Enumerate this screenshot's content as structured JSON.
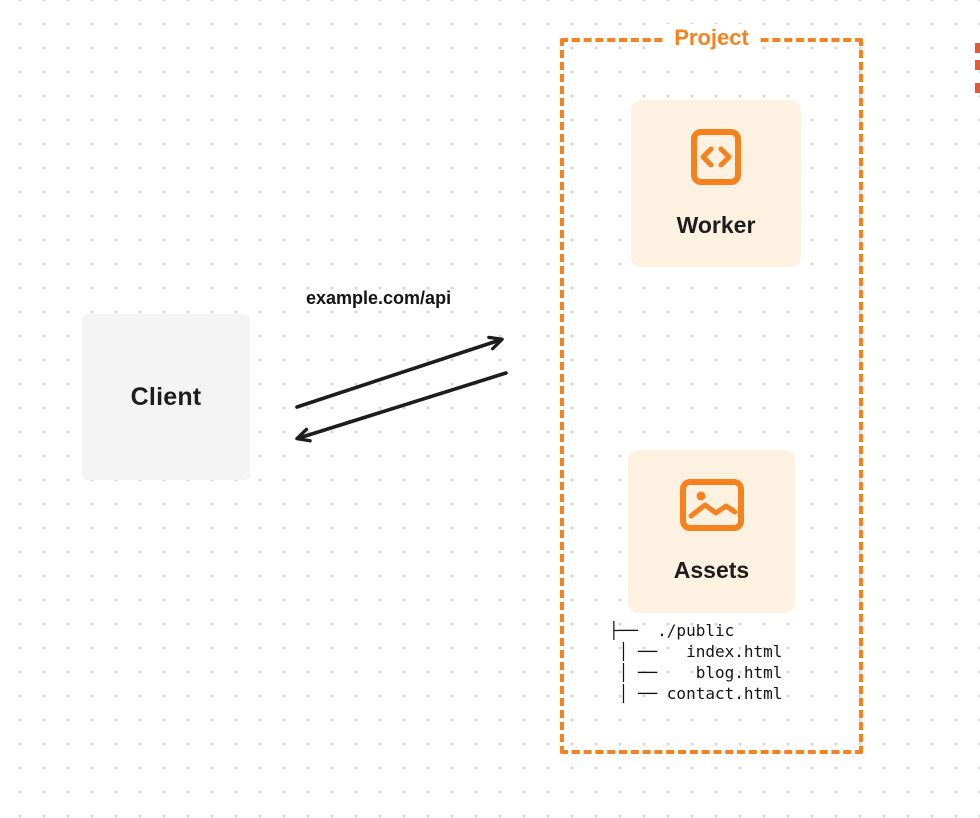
{
  "colors": {
    "accent_orange": "#F6821F",
    "card_background": "#FDF1E2",
    "client_background": "#F4F4F5",
    "arrow_black": "#1D1D1D",
    "dot_grid": "#D9D9D9",
    "edge_mark_red": "#E4593A"
  },
  "diagram": {
    "client": {
      "label": "Client"
    },
    "request_label": "example.com/api",
    "project": {
      "label": "Project"
    },
    "worker": {
      "label": "Worker",
      "icon": "code-icon"
    },
    "assets": {
      "label": "Assets",
      "icon": "image-icon"
    },
    "file_tree": {
      "lines": [
        "├──  ./public",
        " │ ──   index.html",
        " │ ──    blog.html",
        " │ ── contact.html"
      ]
    }
  }
}
